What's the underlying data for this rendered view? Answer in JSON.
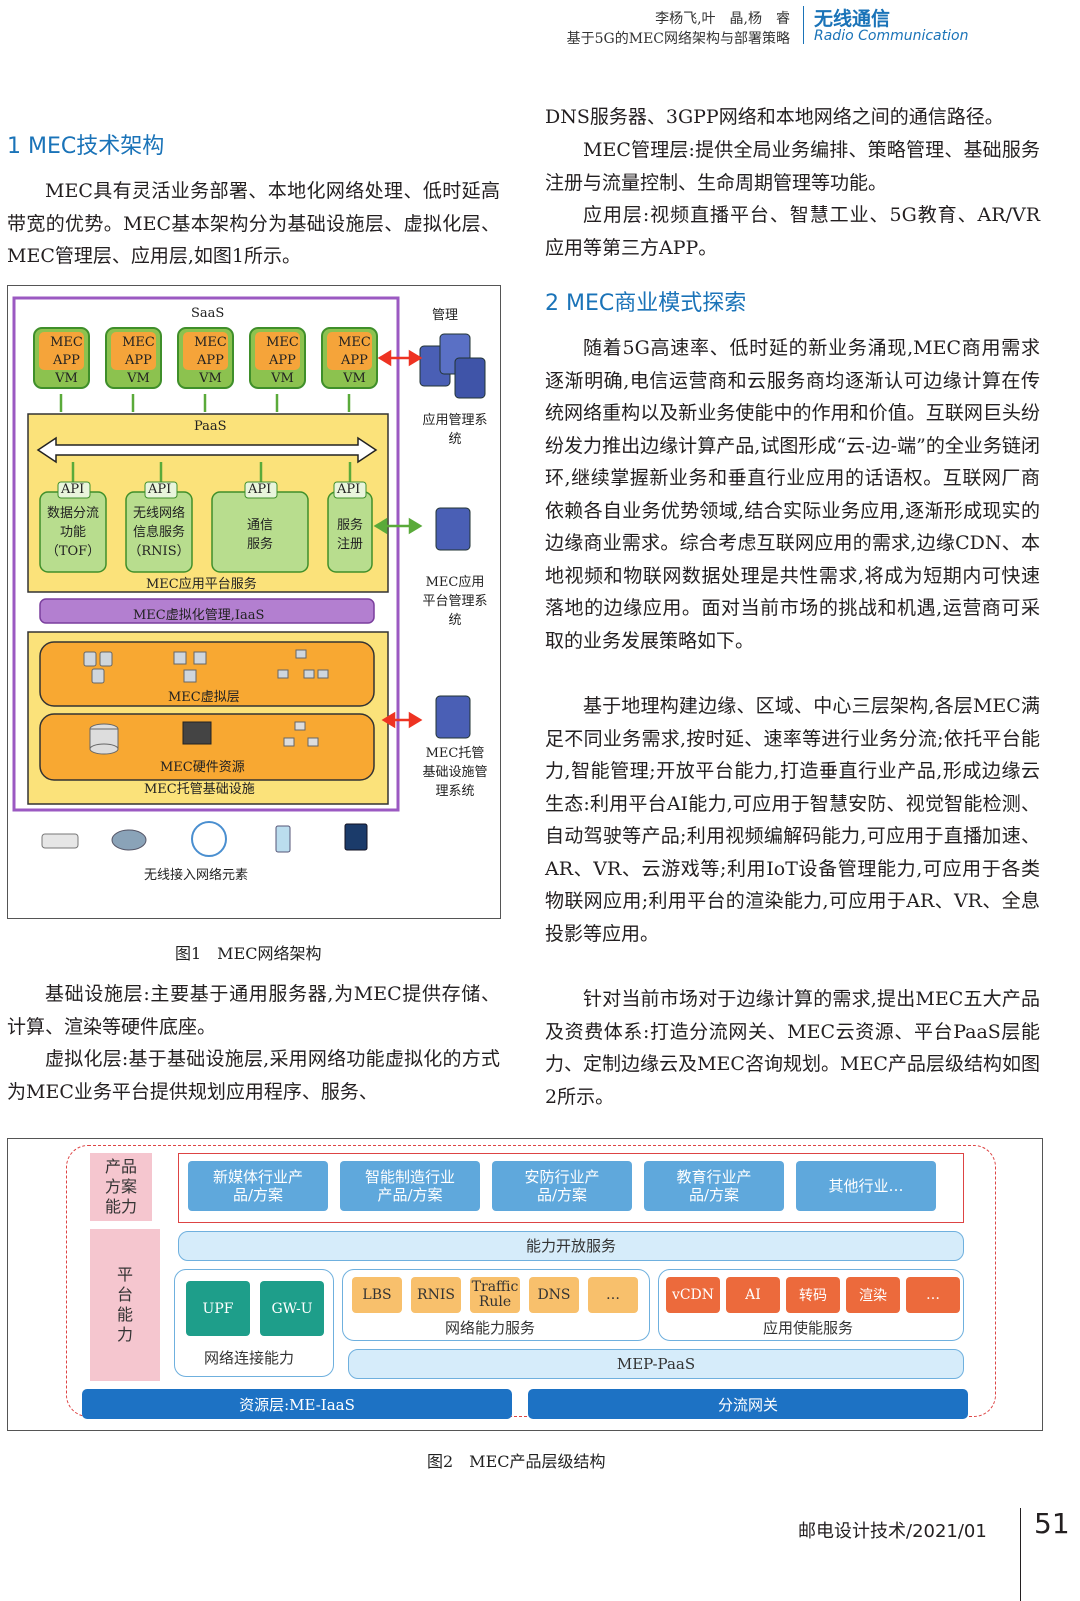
{
  "header": {
    "authors": "李杨飞,叶　晶,杨　睿",
    "article_title": "基于5G的MEC网络架构与部署策略",
    "journal_cn": "无线通信",
    "journal_en": "Radio Communication"
  },
  "section1": {
    "title": "1 MEC技术架构",
    "p1": "MEC具有灵活业务部署、本地化网络处理、低时延高带宽的优势。MEC基本架构分为基础设施层、虚拟化层、MEC管理层、应用层,如图1所示。"
  },
  "figure1": {
    "caption": "图1　MEC网络架构",
    "saas": "SaaS",
    "paas": "PaaS",
    "mgmt": "管理",
    "app_top": "MEC",
    "app_mid": "APP",
    "app_vm": "VM",
    "api": "API",
    "svc1": "数据分流功能（TOF）",
    "svc2": "无线网络信息服务（RNIS）",
    "svc3": "通信服务",
    "svc4": "服务注册",
    "platform_service": "MEC应用平台服务",
    "virt_mgmt": "MEC虚拟化管理,IaaS",
    "virt_layer": "MEC虚拟层",
    "hw": "MEC硬件资源",
    "hosting": "MEC托管基础设施",
    "app_mgmt": "应用管理系统",
    "platform_mgmt": "MEC应用平台管理系统",
    "hosting_mgmt": "MEC托管基础设施管理系统",
    "wireless": "无线接入网络元素"
  },
  "left_after": {
    "p1": "基础设施层:主要基于通用服务器,为MEC提供存储、计算、渲染等硬件底座。",
    "p2": "虚拟化层:基于基础设施层,采用网络功能虚拟化的方式为MEC业务平台提供规划应用程序、服务、"
  },
  "right_col": {
    "p0": "DNS服务器、3GPP网络和本地网络之间的通信路径。",
    "p1": "MEC管理层:提供全局业务编排、策略管理、基础服务注册与流量控制、生命周期管理等功能。",
    "p2": "应用层:视频直播平台、智慧工业、5G教育、AR/VR应用等第三方APP。",
    "section2_title": "2 MEC商业模式探索",
    "p3": "随着5G高速率、低时延的新业务涌现,MEC商用需求逐渐明确,电信运营商和云服务商均逐渐认可边缘计算在传统网络重构以及新业务使能中的作用和价值。互联网巨头纷纷发力推出边缘计算产品,试图形成“云-边-端”的全业务链闭环,继续掌握新业务和垂直行业应用的话语权。互联网厂商依赖各自业务优势领域,结合实际业务应用,逐渐形成现实的边缘商业需求。综合考虑互联网应用的需求,边缘CDN、本地视频和物联网数据处理是共性需求,将成为短期内可快速落地的边缘应用。面对当前市场的挑战和机遇,运营商可采取的业务发展策略如下。",
    "p4": "基于地理构建边缘、区域、中心三层架构,各层MEC满足不同业务需求,按时延、速率等进行业务分流;依托平台能力,智能管理;开放平台能力,打造垂直行业产品,形成边缘云生态:利用平台AI能力,可应用于智慧安防、视觉智能检测、自动驾驶等产品;利用视频编解码能力,可应用于直播加速、AR、VR、云游戏等;利用IoT设备管理能力,可应用于各类物联网应用;利用平台的渲染能力,可应用于AR、VR、全息投影等应用。",
    "p5": "针对当前市场对于边缘计算的需求,提出MEC五大产品及资费体系:打造分流网关、MEC云资源、平台PaaS层能力、定制边缘云及MEC咨询规划。MEC产品层级结构如图2所示。"
  },
  "figure2": {
    "caption": "图2　MEC产品层级结构",
    "product_label": "产品方案能力",
    "platform_label": "平台能力",
    "products": [
      "新媒体行业产品/方案",
      "智能制造行业产品/方案",
      "安防行业产品/方案",
      "教育行业产品/方案",
      "其他行业…"
    ],
    "open_service": "能力开放服务",
    "upf": "UPF",
    "gwu": "GW-U",
    "net_conn": "网络连接能力",
    "net_items": [
      "LBS",
      "RNIS",
      "Traffic Rule",
      "DNS",
      "…"
    ],
    "net_service": "网络能力服务",
    "app_items": [
      "vCDN",
      "AI",
      "转码",
      "渲染",
      "…"
    ],
    "app_service": "应用使能服务",
    "mep_paas": "MEP-PaaS",
    "resource": "资源层:ME-IaaS",
    "gateway": "分流网关"
  },
  "footer": {
    "journal": "邮电设计技术/2021/01",
    "page": "51"
  },
  "colors": {
    "accent_blue": "#1a73b8",
    "yellow": "#fbe27a",
    "green": "#b8dd8e",
    "purple": "#b37fd0",
    "orange": "#f8a832"
  }
}
